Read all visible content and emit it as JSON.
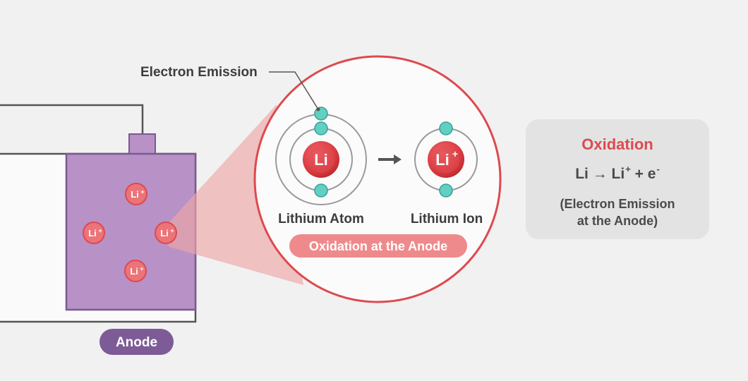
{
  "diagram": {
    "callout_label": "Electron Emission",
    "anode_label": "Anode",
    "ion_badge": {
      "symbol": "Li",
      "charge": "+"
    },
    "atom": {
      "symbol": "Li",
      "caption": "Lithium Atom"
    },
    "ion": {
      "symbol": "Li",
      "charge": "+",
      "caption": "Lithium Ion"
    },
    "process_banner": "Oxidation at the Anode"
  },
  "info_card": {
    "title": "Oxidation",
    "equation_left": "Li → Li",
    "equation_sup": "+",
    "equation_mid": " + e",
    "equation_sup2": "-",
    "note": "(Electron Emission\nat the Anode)"
  },
  "colors": {
    "background": "#f1f1f1",
    "anode_fill": "#b891c6",
    "anode_border": "#7a5a90",
    "accent_red": "#dc4a4e",
    "ion_fill": "#ec7479",
    "electron": "#5fd0c2",
    "label_pill": "#7d5b97",
    "banner": "#ef8a8c"
  }
}
